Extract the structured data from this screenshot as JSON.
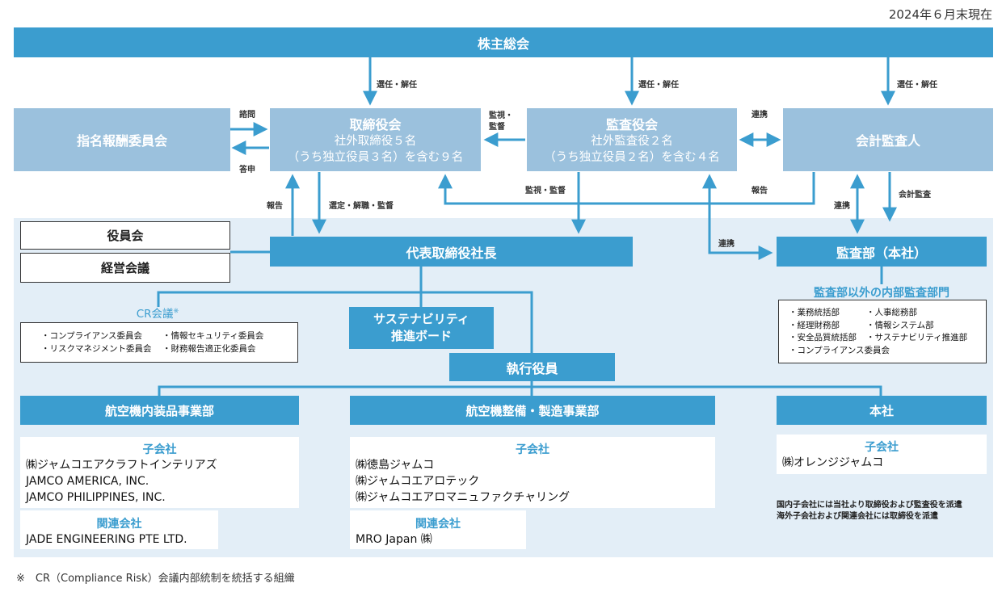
{
  "date": "2024年６月末現在",
  "shareholders": "株主総会",
  "nomination_committee": "指名報酬委員会",
  "board": {
    "title": "取締役会",
    "line1": "社外取締役５名",
    "line2": "（うち独立役員３名）を含む９名"
  },
  "audit_board": {
    "title": "監査役会",
    "line1": "社外監査役２名",
    "line2": "（うち独立役員２名）を含む４名"
  },
  "auditor": "会計監査人",
  "labels": {
    "elect1": "選任・解任",
    "elect2": "選任・解任",
    "elect3": "選任・解任",
    "consult": "諮問",
    "answer": "答申",
    "supervise_audit_a": "監視・",
    "supervise_audit_b": "監督",
    "cooperation1": "連携",
    "cooperation2": "連携",
    "cooperation3": "連携",
    "report1": "報告",
    "report2": "報告",
    "select": "選定・解職・監督",
    "supervise_audit2": "監視・監督",
    "accounting_audit": "会計監査"
  },
  "officers_meeting": "役員会",
  "management_meeting": "経営会議",
  "president": "代表取締役社長",
  "audit_dept": "監査部（本社）",
  "internal_audit_title": "監査部以外の内部監査部門",
  "internal_audit_items": [
    "・業務統括部",
    "・人事総務部",
    "・経理財務部",
    "・情報システム部",
    "・安全品質統括部",
    "・サステナビリティ推進部",
    "・コンプライアンス委員会"
  ],
  "cr": {
    "title": "CR会議",
    "mark": "※",
    "items": [
      "・コンプライアンス委員会",
      "・情報セキュリティ委員会",
      "・リスクマネジメント委員会",
      "・財務報告適正化委員会"
    ]
  },
  "sustainability": {
    "line1": "サステナビリティ",
    "line2": "推進ボード"
  },
  "executive_officers": "執行役員",
  "division1": {
    "title": "航空機内装品事業部",
    "sub_title": "子会社",
    "subs": [
      "㈱ジャムコエアクラフトインテリアズ",
      "JAMCO AMERICA, INC.",
      "JAMCO PHILIPPINES, INC."
    ],
    "aff_title": "関連会社",
    "affs": [
      "JADE ENGINEERING PTE LTD."
    ]
  },
  "division2": {
    "title": "航空機整備・製造事業部",
    "sub_title": "子会社",
    "subs": [
      "㈱徳島ジャムコ",
      "㈱ジャムコエアロテック",
      "㈱ジャムコエアロマニュファクチャリング"
    ],
    "aff_title": "関連会社",
    "affs": [
      "MRO Japan ㈱"
    ]
  },
  "division3": {
    "title": "本社",
    "sub_title": "子会社",
    "subs": [
      "㈱オレンジジャムコ"
    ]
  },
  "notes": [
    "国内子会社には当社より取締役および監査役を派遣",
    "海外子会社および関連会社には取締役を派遣"
  ],
  "footnote": "※　CR（Compliance Risk）会議内部統制を統括する組織",
  "colors": {
    "dark": "#3b9dcf",
    "light": "#9bc1dd",
    "area": "#e3eef7"
  }
}
